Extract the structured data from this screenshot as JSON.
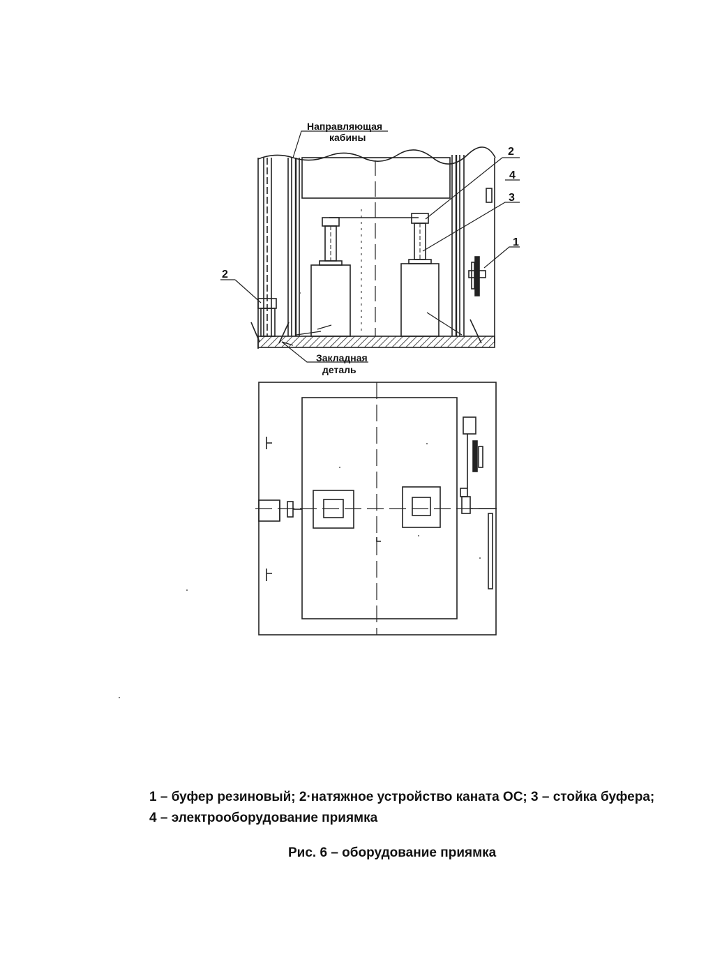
{
  "labels": {
    "guide_rail_line1": "Направляющая",
    "guide_rail_line2": "кабины",
    "embedded_part_line1": "Закладная",
    "embedded_part_line2": "деталь",
    "callout_1": "1",
    "callout_2_right": "2",
    "callout_2_left": "2",
    "callout_3": "3",
    "callout_4": "4"
  },
  "legend": {
    "line1": "1 – буфер резиновый; 2·натяжное устройство каната ОС; 3 – стойка буфера;",
    "line2": "4 – электрооборудование приямка"
  },
  "caption": "Рис. 6 – оборудование приямка"
}
